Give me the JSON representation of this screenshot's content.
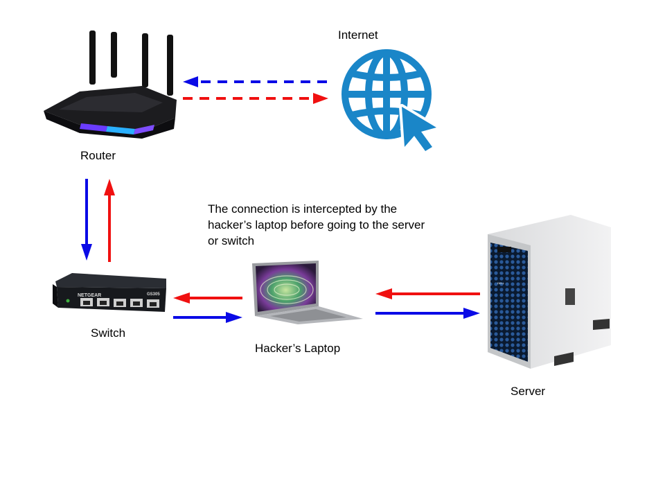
{
  "diagram": {
    "labels": {
      "internet": "Internet",
      "router": "Router",
      "switch": "Switch",
      "laptop": "Hacker’s Laptop",
      "server": "Server"
    },
    "note": "The connection is intercepted by the hacker’s laptop before going to the server or switch",
    "colors": {
      "arrow_blue": "#0a0ae6",
      "arrow_red": "#f01010",
      "globe": "#1a86c8"
    },
    "switch_device": {
      "brand": "NETGEAR",
      "model": "GS305"
    },
    "server_device": {
      "brand": "DELL"
    }
  }
}
